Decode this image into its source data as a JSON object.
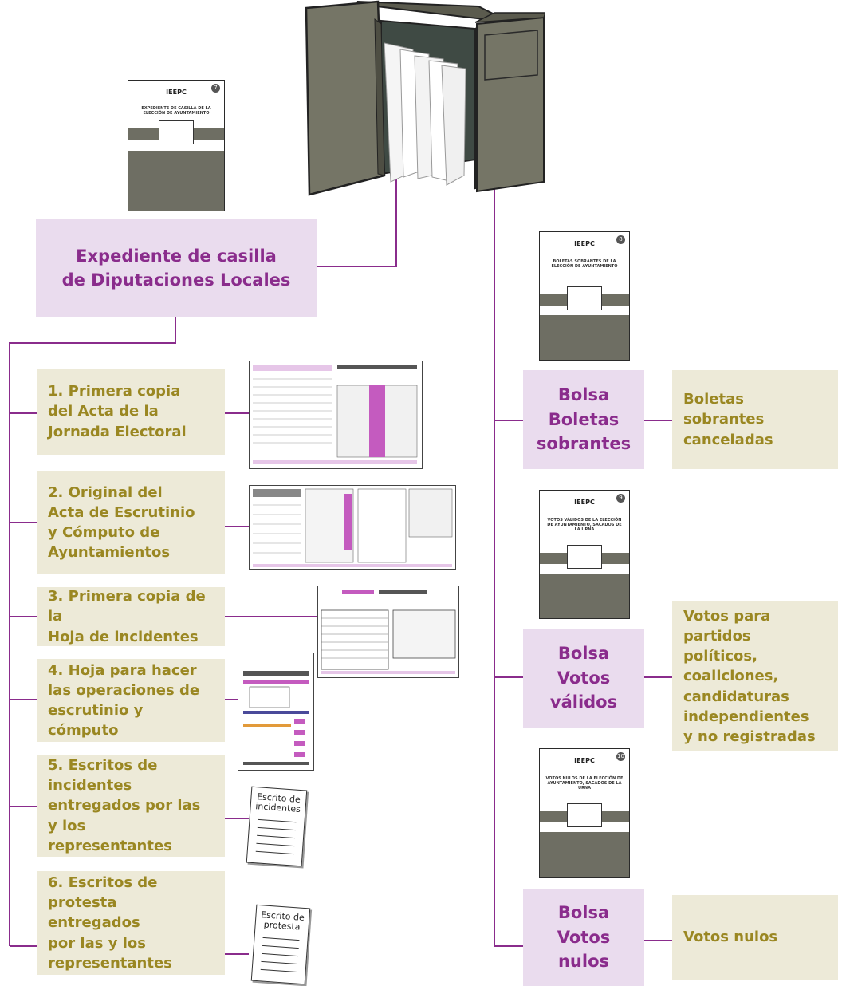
{
  "main_header": "Expediente de casilla\nde Diputaciones Locales",
  "items": [
    {
      "label": "1. Primera copia\ndel Acta de la\nJornada Electoral"
    },
    {
      "label": "2. Original del\nActa de Escrutinio\ny Cómputo de\nAyuntamientos"
    },
    {
      "label": "3. Primera copia de la\nHoja de incidentes"
    },
    {
      "label": "4. Hoja para hacer\nlas operaciones de\nescrutinio y cómputo"
    },
    {
      "label": "5. Escritos de\nincidentes\nentregados por las\ny los representantes"
    },
    {
      "label": "6. Escritos de\nprotesta entregados\npor las y los\nrepresentantes"
    }
  ],
  "bags": [
    {
      "label": "Bolsa\nBoletas\nsobrantes",
      "contents": "Boletas sobrantes\ncanceladas"
    },
    {
      "label": "Bolsa\nVotos\nválidos",
      "contents": "Votos para\npartidos políticos,\ncoaliciones,\ncandidaturas\nindependientes\ny no registradas"
    },
    {
      "label": "Bolsa\nVotos\nnulos",
      "contents": "Votos nulos"
    }
  ],
  "envelopes": {
    "main": {
      "logo": "IEEPC",
      "number": "7",
      "title": "EXPEDIENTE DE CASILLA DE LA ELECCIÓN DE AYUNTAMIENTO"
    },
    "boletas": {
      "logo": "IEEPC",
      "number": "8",
      "title": "BOLETAS SOBRANTES DE LA ELECCIÓN DE AYUNTAMIENTO"
    },
    "validos": {
      "logo": "IEEPC",
      "number": "9",
      "title": "VOTOS VÁLIDOS DE LA ELECCIÓN DE AYUNTAMIENTO, SACADOS DE LA URNA"
    },
    "nulos": {
      "logo": "IEEPC",
      "number": "10",
      "title": "VOTOS NULOS DE LA ELECCIÓN DE AYUNTAMIENTO, SACADOS DE LA URNA"
    }
  },
  "notes": {
    "incidentes": "Escrito de\nincidentes",
    "protesta": "Escrito de\nprotesta"
  },
  "colors": {
    "wire": "#8a2c8c",
    "pill_bg": "#eadcee",
    "pill_text": "#8a2c8c",
    "tan_bg": "#edead8",
    "tan_text": "#9a8722",
    "box": "#757566"
  }
}
